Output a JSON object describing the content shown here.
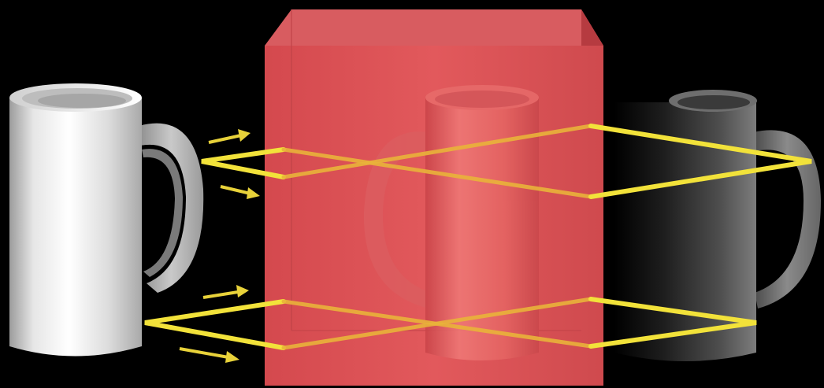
{
  "scene": {
    "background_color": "#000000",
    "cloak_color": "#e0585c",
    "ray_color": "#f2e23a",
    "left_mug_color": "#d8d8d8",
    "right_mug_color": "#5a5a5a",
    "objects": [
      "white-mug",
      "transparent-red-cloak-box",
      "dark-mug-image"
    ]
  }
}
